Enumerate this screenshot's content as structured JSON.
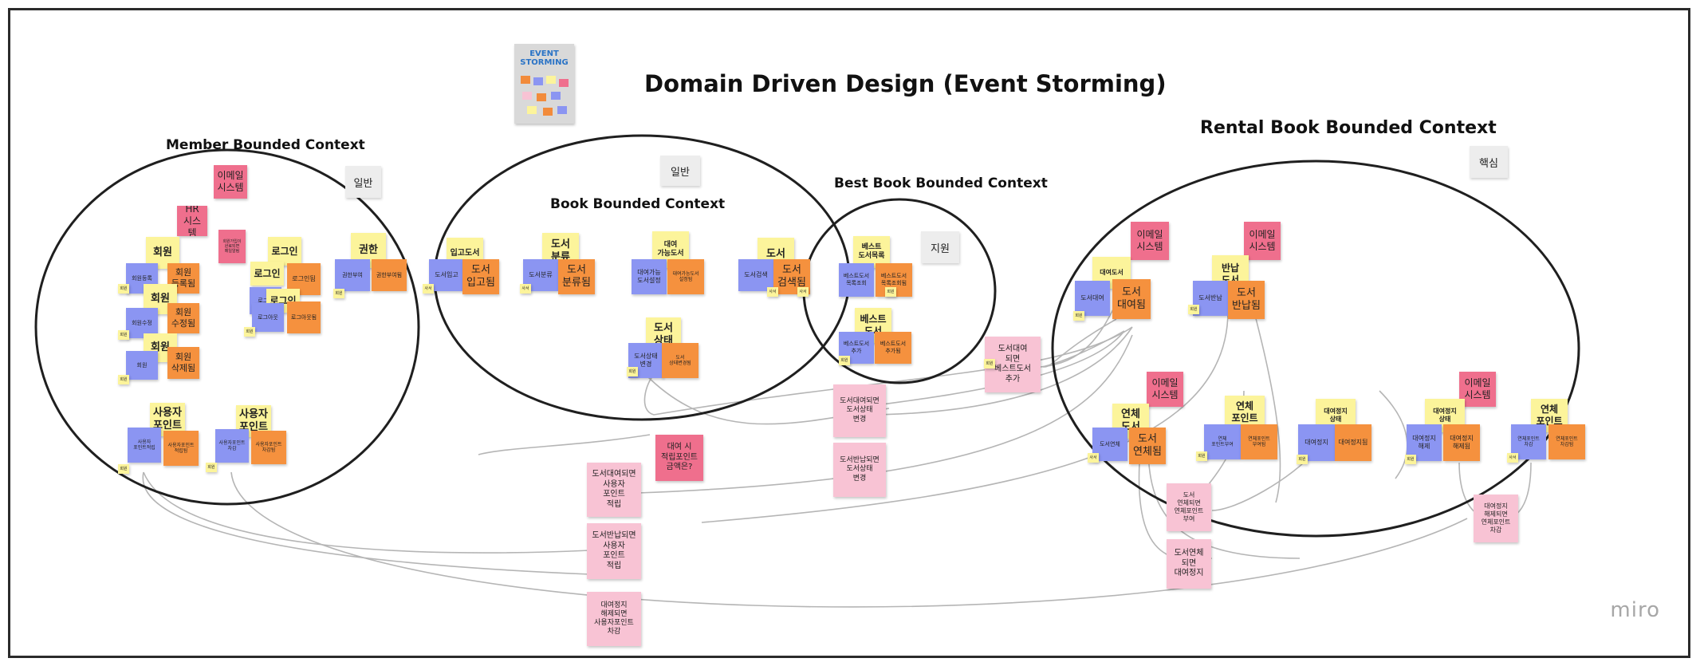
{
  "title": "Domain Driven Design (Event Storming)",
  "thumbnail_text": "EVENT STORMING",
  "brand": "miro",
  "colors": {
    "event": "#f5913e",
    "command": "#8b95f2",
    "aggregate": "#fcf49b",
    "external": "#ef6f8d",
    "policy": "#f8c3d4",
    "actor": "#fcf49b",
    "tag": "#ededed",
    "edge": "#b5b5b5",
    "boundary": "#1f1f1f"
  },
  "contexts": [
    {
      "label": "Member Bounded Context",
      "tag": "일반"
    },
    {
      "label": "Book Bounded Context",
      "tag": "일반"
    },
    {
      "label": "Best Book Bounded Context",
      "tag": "지원"
    },
    {
      "label": "Rental Book Bounded Context",
      "tag": "핵심"
    }
  ],
  "stickies": [
    {
      "id": "m-email",
      "kind": "external",
      "text": "이메일\n시스템"
    },
    {
      "id": "m-hr",
      "kind": "external",
      "text": "HR\n시스템"
    },
    {
      "id": "m-hr-note",
      "kind": "external",
      "text": "회원가입이\n완료되면\n메일알림"
    },
    {
      "id": "m-agg1",
      "kind": "aggregate",
      "text": "회원"
    },
    {
      "id": "m-cmd1",
      "kind": "command",
      "text": "회원등록"
    },
    {
      "id": "m-evt1",
      "kind": "event",
      "text": "회원\n등록됨"
    },
    {
      "id": "m-agg2",
      "kind": "aggregate",
      "text": "회원"
    },
    {
      "id": "m-cmd2",
      "kind": "command",
      "text": "회원수정"
    },
    {
      "id": "m-evt2",
      "kind": "event",
      "text": "회원\n수정됨"
    },
    {
      "id": "m-agg3",
      "kind": "aggregate",
      "text": "회원"
    },
    {
      "id": "m-cmd3",
      "kind": "command",
      "text": "회원"
    },
    {
      "id": "m-evt3",
      "kind": "event",
      "text": "회원\n삭제됨"
    },
    {
      "id": "m-login-a",
      "kind": "aggregate",
      "text": "로그인"
    },
    {
      "id": "m-login-a2",
      "kind": "aggregate",
      "text": "로그인"
    },
    {
      "id": "m-login-c",
      "kind": "command",
      "text": "로그인"
    },
    {
      "id": "m-login-e",
      "kind": "event",
      "text": "로그인됨"
    },
    {
      "id": "m-login-a3",
      "kind": "aggregate",
      "text": "로그인"
    },
    {
      "id": "m-login-c2",
      "kind": "command",
      "text": "로그아웃"
    },
    {
      "id": "m-login-e2",
      "kind": "event",
      "text": "로그아웃됨"
    },
    {
      "id": "m-auth-a",
      "kind": "aggregate",
      "text": "권한"
    },
    {
      "id": "m-auth-c",
      "kind": "command",
      "text": "권한부여"
    },
    {
      "id": "m-auth-e",
      "kind": "event",
      "text": "권한부여됨"
    },
    {
      "id": "m-pt1-a",
      "kind": "aggregate",
      "text": "사용자\n포인트"
    },
    {
      "id": "m-pt1-c",
      "kind": "command",
      "text": "사용자\n포인트적립"
    },
    {
      "id": "m-pt1-e",
      "kind": "event",
      "text": "사용자포인트\n적립됨"
    },
    {
      "id": "m-pt2-a",
      "kind": "aggregate",
      "text": "사용자\n포인트"
    },
    {
      "id": "m-pt2-c",
      "kind": "command",
      "text": "사용자포인트\n차감"
    },
    {
      "id": "m-pt2-e",
      "kind": "event",
      "text": "사용자포인트\n차감됨"
    },
    {
      "id": "b-in-a",
      "kind": "aggregate",
      "text": "입고도서"
    },
    {
      "id": "b-in-c",
      "kind": "command",
      "text": "도서입고"
    },
    {
      "id": "b-in-e",
      "kind": "event",
      "text": "도서\n입고됨"
    },
    {
      "id": "b-cls-a",
      "kind": "aggregate",
      "text": "도서\n분류"
    },
    {
      "id": "b-cls-c",
      "kind": "command",
      "text": "도서분류"
    },
    {
      "id": "b-cls-e",
      "kind": "event",
      "text": "도서\n분류됨"
    },
    {
      "id": "b-av-a",
      "kind": "aggregate",
      "text": "대여\n가능도서"
    },
    {
      "id": "b-av-c",
      "kind": "command",
      "text": "대여가능\n도서설정"
    },
    {
      "id": "b-av-e",
      "kind": "event",
      "text": "대여가능도서\n설정됨"
    },
    {
      "id": "b-sr-a",
      "kind": "aggregate",
      "text": "도서"
    },
    {
      "id": "b-sr-c",
      "kind": "command",
      "text": "도서검색"
    },
    {
      "id": "b-sr-e",
      "kind": "event",
      "text": "도서\n검색됨"
    },
    {
      "id": "b-st-a",
      "kind": "aggregate",
      "text": "도서\n상태"
    },
    {
      "id": "b-st-c",
      "kind": "command",
      "text": "도서상태\n변경"
    },
    {
      "id": "b-st-e",
      "kind": "event",
      "text": "도서\n상태변경됨"
    },
    {
      "id": "bb-1-a",
      "kind": "aggregate",
      "text": "베스트\n도서목록"
    },
    {
      "id": "bb-1-c",
      "kind": "command",
      "text": "베스트도서\n목록조회"
    },
    {
      "id": "bb-1-e",
      "kind": "event",
      "text": "베스트도서\n목록조회됨"
    },
    {
      "id": "bb-2-a",
      "kind": "aggregate",
      "text": "베스트\n도서"
    },
    {
      "id": "bb-2-c",
      "kind": "command",
      "text": "베스트도서\n추가"
    },
    {
      "id": "bb-2-e",
      "kind": "event",
      "text": "베스트도서\n추가됨"
    },
    {
      "id": "r-email1",
      "kind": "external",
      "text": "이메일\n시스템"
    },
    {
      "id": "r-rent-a",
      "kind": "aggregate",
      "text": "대여도서"
    },
    {
      "id": "r-rent-c",
      "kind": "command",
      "text": "도서대여"
    },
    {
      "id": "r-rent-e",
      "kind": "event",
      "text": "도서\n대여됨"
    },
    {
      "id": "r-email2",
      "kind": "external",
      "text": "이메일\n시스템"
    },
    {
      "id": "r-ret-a",
      "kind": "aggregate",
      "text": "반납\n도서"
    },
    {
      "id": "r-ret-c",
      "kind": "command",
      "text": "도서반납"
    },
    {
      "id": "r-ret-e",
      "kind": "event",
      "text": "도서\n반납됨"
    },
    {
      "id": "r-email3",
      "kind": "external",
      "text": "이메일\n시스템"
    },
    {
      "id": "r-late-a",
      "kind": "aggregate",
      "text": "연체\n도서"
    },
    {
      "id": "r-late-c",
      "kind": "command",
      "text": "도서연체"
    },
    {
      "id": "r-late-e",
      "kind": "event",
      "text": "도서\n연체됨"
    },
    {
      "id": "r-lp-a",
      "kind": "aggregate",
      "text": "연체\n포인트"
    },
    {
      "id": "r-lp-c",
      "kind": "command",
      "text": "연체\n포인트부여"
    },
    {
      "id": "r-lp-e",
      "kind": "event",
      "text": "연체포인트\n부여됨"
    },
    {
      "id": "r-stop-a",
      "kind": "aggregate",
      "text": "대여정지\n상태"
    },
    {
      "id": "r-stop-c",
      "kind": "command",
      "text": "대여정지"
    },
    {
      "id": "r-stop-e",
      "kind": "event",
      "text": "대여정지됨"
    },
    {
      "id": "r-email4",
      "kind": "external",
      "text": "이메일\n시스템"
    },
    {
      "id": "r-unst-a",
      "kind": "aggregate",
      "text": "대여정지\n상태"
    },
    {
      "id": "r-unst-c",
      "kind": "command",
      "text": "대여정지\n해제"
    },
    {
      "id": "r-unst-e",
      "kind": "event",
      "text": "대여정지\n해제됨"
    },
    {
      "id": "r-lp2-a",
      "kind": "aggregate",
      "text": "연체\n포인트"
    },
    {
      "id": "r-lp2-c",
      "kind": "command",
      "text": "연체포인트\n차감"
    },
    {
      "id": "r-lp2-e",
      "kind": "event",
      "text": "연체포인트\n차감됨"
    },
    {
      "id": "p-best",
      "kind": "policy",
      "text": "도서대여\n되면\n베스트도서\n추가"
    },
    {
      "id": "p-rentstate",
      "kind": "policy",
      "text": "도서대여되면\n도서상태\n변경"
    },
    {
      "id": "p-retstate",
      "kind": "policy",
      "text": "도서반납되면\n도서상태\n변경"
    },
    {
      "id": "p-q",
      "kind": "external",
      "text": "대여 시\n적립포인트\n금액은?"
    },
    {
      "id": "p-rentpt",
      "kind": "policy",
      "text": "도서대여되면\n사용자\n포인트\n적립"
    },
    {
      "id": "p-retpt",
      "kind": "policy",
      "text": "도서반납되면\n사용자\n포인트\n적립"
    },
    {
      "id": "p-unstop",
      "kind": "policy",
      "text": "대여정지\n해제되면\n사용자포인트\n차감"
    },
    {
      "id": "p-latept",
      "kind": "policy",
      "text": "도서\n연체되면\n연체포인트\n부여"
    },
    {
      "id": "p-latestop",
      "kind": "policy",
      "text": "도서연체\n되면\n대여정지"
    },
    {
      "id": "p-unstoppt",
      "kind": "policy",
      "text": "대여정지\n해제되면\n연체포인트\n차감"
    }
  ],
  "actors": [
    {
      "id": "a1",
      "text": "회원"
    },
    {
      "id": "a2",
      "text": "회원"
    },
    {
      "id": "a3",
      "text": "회원"
    },
    {
      "id": "a4",
      "text": "회원"
    },
    {
      "id": "a5",
      "text": "회원"
    },
    {
      "id": "a6",
      "text": "회원"
    },
    {
      "id": "a7",
      "text": "회원"
    },
    {
      "id": "a8",
      "text": "사서"
    },
    {
      "id": "a9",
      "text": "사서"
    },
    {
      "id": "a10",
      "text": "회원"
    },
    {
      "id": "a11",
      "text": "사서"
    },
    {
      "id": "a12",
      "text": "회원"
    },
    {
      "id": "a13",
      "text": "회원"
    },
    {
      "id": "a14",
      "text": "회원"
    },
    {
      "id": "a15",
      "text": "사서"
    },
    {
      "id": "a16",
      "text": "회원"
    },
    {
      "id": "a17",
      "text": "회원"
    },
    {
      "id": "a18",
      "text": "회원"
    },
    {
      "id": "a19",
      "text": "사서"
    },
    {
      "id": "a20",
      "text": "회원"
    },
    {
      "id": "a21",
      "text": "사서"
    },
    {
      "id": "a22",
      "text": "회원"
    }
  ]
}
